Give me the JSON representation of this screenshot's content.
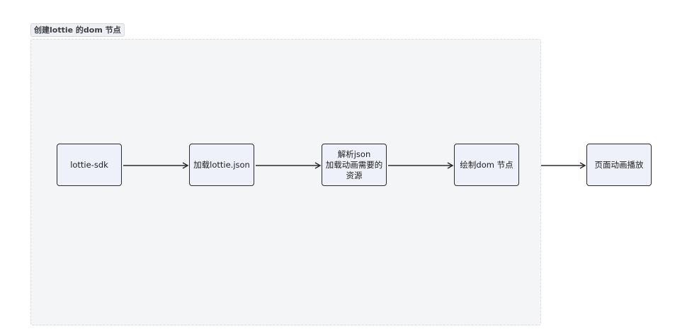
{
  "group": {
    "label": "创建lottie 的dom 节点"
  },
  "nodes": [
    {
      "lines": [
        "lottie-sdk"
      ]
    },
    {
      "lines": [
        "加载lottie.json"
      ]
    },
    {
      "lines": [
        "解析json",
        "加载动画需要的",
        "资源"
      ]
    },
    {
      "lines": [
        "绘制dom 节点"
      ]
    },
    {
      "lines": [
        "页面动画播放"
      ]
    }
  ],
  "colors": {
    "stroke": "#2b2b2b",
    "node_fill": "#eff1fa",
    "group_fill": "#f4f5f7"
  }
}
